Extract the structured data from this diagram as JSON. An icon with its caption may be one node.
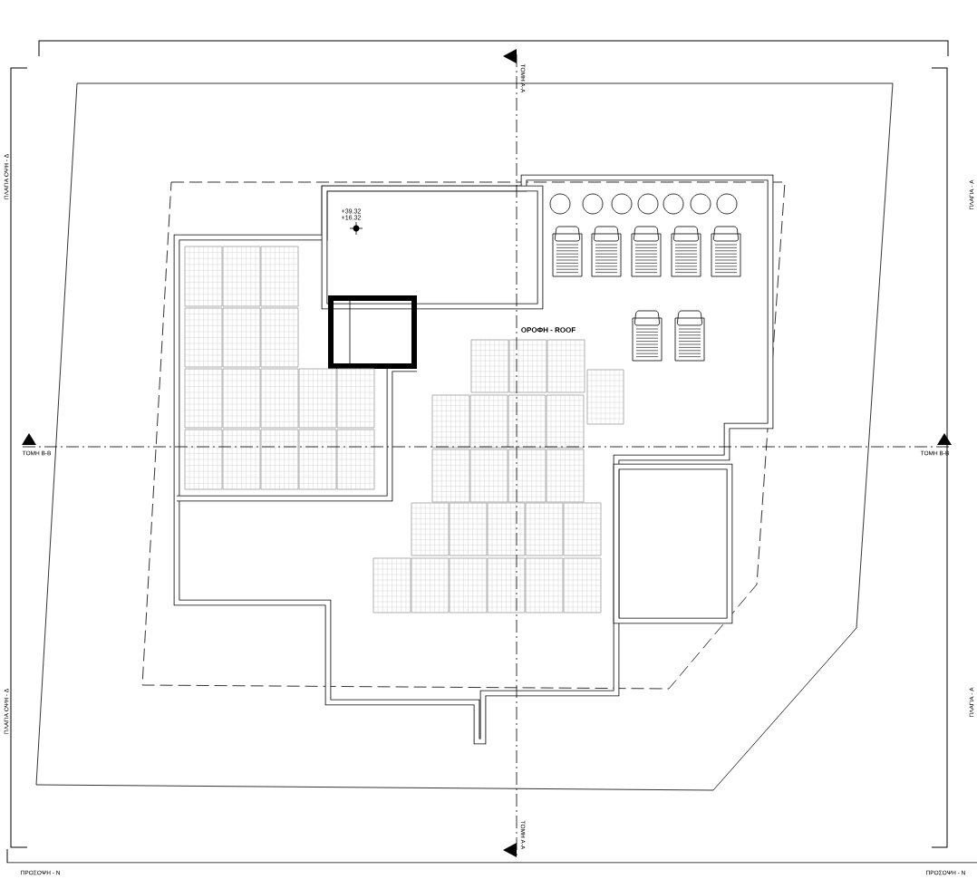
{
  "diagram": {
    "labels": [
      "ΤΟΜΗ Α-Α",
      "ΠΛΑΓΙΑ ΟΨΗ - Δ",
      "ΠΛΑΓΙΑ - Α",
      "+39.32",
      "+16.32",
      "ΟΡΟΦΗ - ROOF",
      "ΤΟΜΗ Β-Β",
      "ΤΟΜΗ Β-Β",
      "ΠΛΑΓΙΑ ΟΨΗ - Δ",
      "ΠΛΑΓΙΑ - Α",
      "ΤΟΜΗ Α-Α",
      "ΠΡΟΣΟΨΗ - Ν",
      "ΠΡΟΣΟΨΗ - Ν"
    ]
  }
}
